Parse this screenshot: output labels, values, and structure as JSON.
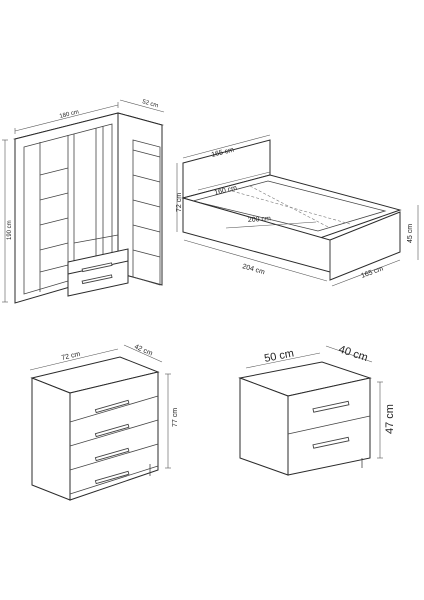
{
  "wardrobe": {
    "width": "180 cm",
    "depth": "52 cm",
    "height": "190 cm"
  },
  "bed": {
    "inner_length": "165 cm",
    "height": "72 cm",
    "inner_width": "160 cm",
    "mattress": "200 cm",
    "length": "204 cm",
    "width": "165 cm",
    "side_height": "45 cm"
  },
  "dresser": {
    "width": "72 cm",
    "depth": "42 cm",
    "height": "77 cm"
  },
  "nightstand": {
    "width": "50 cm",
    "depth": "40 cm",
    "height": "47 cm"
  }
}
